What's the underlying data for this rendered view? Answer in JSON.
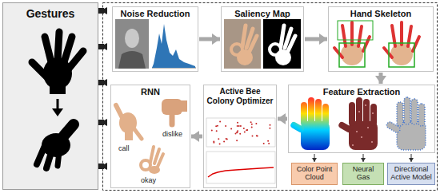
{
  "diagram": {
    "nodes": [
      {
        "text": [
          "Gestures"
        ]
      },
      {
        "text": [
          "Noise Reduction"
        ]
      },
      {
        "text": [
          "Saliency Map"
        ]
      },
      {
        "text": [
          "Hand Skeleton"
        ]
      },
      {
        "text": [
          "RNN"
        ]
      },
      {
        "text": [
          "Active Bee Colony Optimizer"
        ]
      },
      {
        "text": [
          "Feature Extraction"
        ]
      },
      {
        "text": [
          "Color Point Cloud"
        ]
      },
      {
        "text": [
          "Neural Gas"
        ]
      },
      {
        "text": [
          "Directional Active Model"
        ]
      }
    ],
    "edges": [
      {
        "from": 1,
        "to": 2,
        "arrow": "to"
      },
      {
        "from": 2,
        "to": 3,
        "arrow": "to"
      },
      {
        "from": 3,
        "to": 6,
        "arrow": "to"
      },
      {
        "from": 6,
        "to": 5,
        "arrow": "to"
      },
      {
        "from": 5,
        "to": 4,
        "arrow": "to"
      },
      {
        "from": 6,
        "to": 7,
        "arrow": "to"
      },
      {
        "from": 6,
        "to": 8,
        "arrow": "to"
      },
      {
        "from": 6,
        "to": 9,
        "arrow": "to"
      }
    ],
    "labels": [
      "call",
      "dislike",
      "okay"
    ]
  }
}
